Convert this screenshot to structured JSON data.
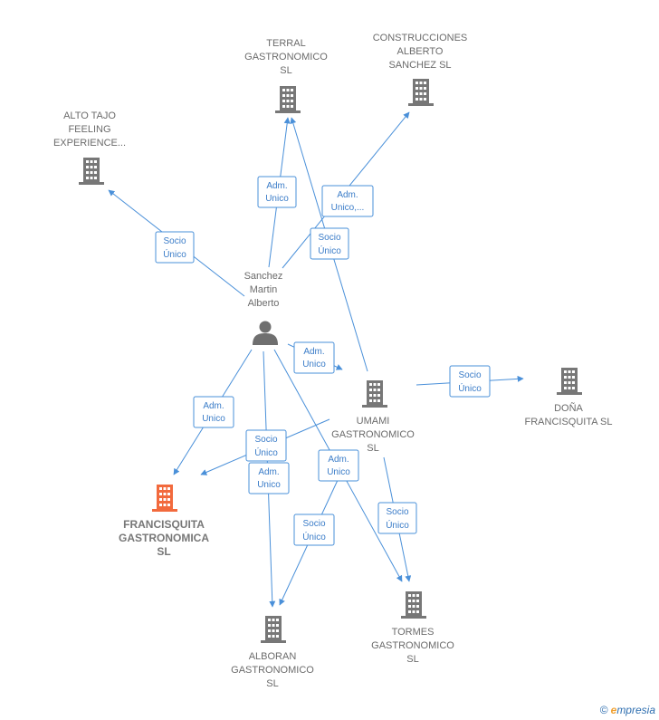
{
  "nodes": {
    "terral": {
      "label": [
        "TERRAL",
        "GASTRONOMICO",
        "SL"
      ],
      "icon": "building-icon"
    },
    "construcciones": {
      "label": [
        "CONSTRUCCIONES",
        "ALBERTO",
        "SANCHEZ  SL"
      ],
      "icon": "building-icon"
    },
    "alto_tajo": {
      "label": [
        "ALTO TAJO",
        "FEELING",
        "EXPERIENCE..."
      ],
      "icon": "building-icon"
    },
    "sanchez": {
      "label": [
        "Sanchez",
        "Martin",
        "Alberto"
      ],
      "icon": "person-icon"
    },
    "umami": {
      "label": [
        "UMAMI",
        "GASTRONOMICO",
        "SL"
      ],
      "icon": "building-icon"
    },
    "dona": {
      "label": [
        "DOÑA",
        "FRANCISQUITA SL"
      ],
      "icon": "building-icon"
    },
    "francisquita": {
      "label": [
        "FRANCISQUITA",
        "GASTRONOMICA",
        "SL"
      ],
      "icon": "building-icon"
    },
    "alboran": {
      "label": [
        "ALBORAN",
        "GASTRONOMICO",
        "SL"
      ],
      "icon": "building-icon"
    },
    "tormes": {
      "label": [
        "TORMES",
        "GASTRONOMICO",
        "SL"
      ],
      "icon": "building-icon"
    }
  },
  "edges": {
    "sanchez_terral": [
      "Adm.",
      "Unico"
    ],
    "sanchez_construcciones": [
      "Adm.",
      "Unico,..."
    ],
    "sanchez_alto_tajo": [
      "Socio",
      "Único"
    ],
    "umami_terral": [
      "Socio",
      "Único"
    ],
    "sanchez_umami": [
      "Adm.",
      "Unico"
    ],
    "umami_dona": [
      "Socio",
      "Único"
    ],
    "sanchez_francisquita": [
      "Adm.",
      "Unico"
    ],
    "umami_francisquita": [
      "Socio",
      "Único"
    ],
    "sanchez_alboran": [
      "Adm.",
      "Unico"
    ],
    "sanchez_tormes": [
      "Adm.",
      "Unico"
    ],
    "umami_alboran": [
      "Socio",
      "Único"
    ],
    "umami_tormes": [
      "Socio",
      "Único"
    ]
  },
  "colors": {
    "edge": "#4a90d9",
    "building": "#777777",
    "focus_building": "#f26a3d",
    "person": "#6f6f6f"
  },
  "watermark": {
    "copyright": "©",
    "brand_initial": "e",
    "brand_rest": "mpresia"
  }
}
